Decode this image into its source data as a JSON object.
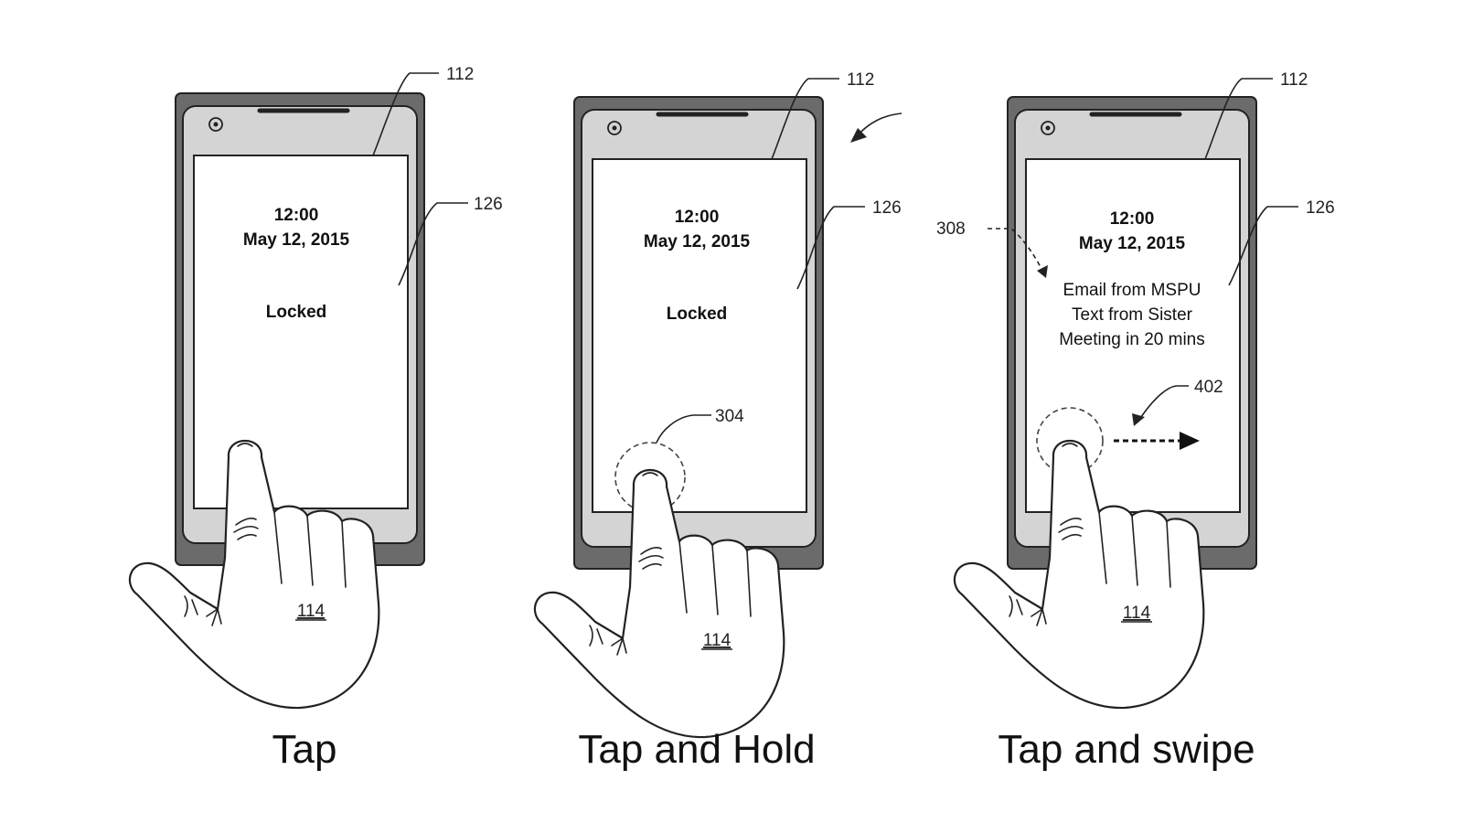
{
  "panels": [
    {
      "caption": "Tap",
      "time": "12:00",
      "date": "May 12, 2015",
      "status": "Locked",
      "ref_device": "112",
      "ref_display": "126",
      "ref_hand": "114"
    },
    {
      "caption": "Tap and Hold",
      "time": "12:00",
      "date": "May 12, 2015",
      "status": "Locked",
      "ref_device": "112",
      "ref_display": "126",
      "ref_hand": "114",
      "ref_touch": "304"
    },
    {
      "caption": "Tap and swipe",
      "time": "12:00",
      "date": "May 12, 2015",
      "notifications": [
        "Email from MSPU",
        "Text from Sister",
        "Meeting in 20 mins"
      ],
      "ref_device": "112",
      "ref_display": "126",
      "ref_hand": "114",
      "ref_notifications": "308",
      "ref_swipe": "402"
    }
  ]
}
